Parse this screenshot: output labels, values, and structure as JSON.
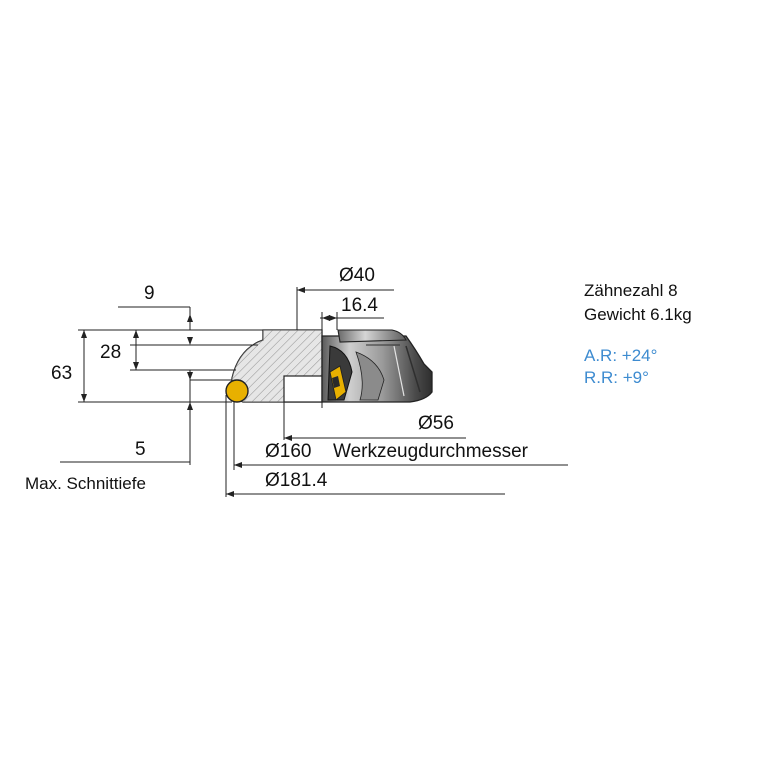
{
  "dimensions": {
    "width_9": "9",
    "height_28": "28",
    "height_63": "63",
    "depth_5": "5",
    "max_cut_label": "Max. Schnittiefe",
    "dia_40": "Ø40",
    "width_16_4": "16.4",
    "dia_56": "Ø56",
    "dia_160": "Ø160",
    "tool_dia_label": "Werkzeugdurchmesser",
    "dia_181_4": "Ø181.4"
  },
  "specs": {
    "teeth": "Zähnezahl 8",
    "weight": "Gewicht 6.1kg",
    "axial_rake": "A.R: +24°",
    "radial_rake": "R.R: +9°"
  },
  "colors": {
    "angle_text": "#3d8bd0",
    "insert": "#e8b000",
    "line": "#222222",
    "body_gray": "#b9b9b9",
    "dark_gray": "#555555"
  }
}
